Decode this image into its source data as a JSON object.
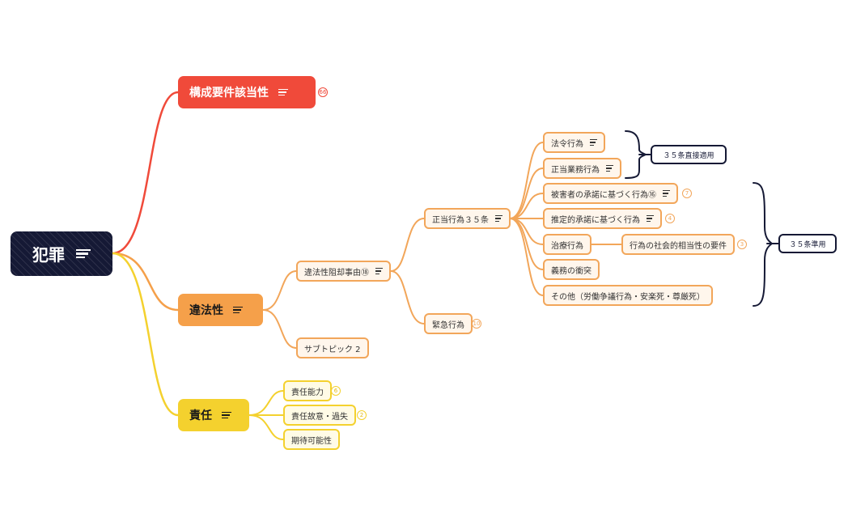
{
  "root": {
    "label": "犯罪"
  },
  "branches": {
    "koseiyoken": {
      "label": "構成要件該当性",
      "badge": "66"
    },
    "ihosei": {
      "label": "違法性"
    },
    "sekinin": {
      "label": "責任"
    }
  },
  "topics": {
    "iho_sokyaku": {
      "label": "違法性阻却事由⑱"
    },
    "subtopic2": {
      "label": "サブトピック 2"
    },
    "seito_koi": {
      "label": "正当行為３５条"
    },
    "kinkyu_koi": {
      "label": "緊急行為",
      "badge": "10"
    },
    "horei_koi": {
      "label": "法令行為"
    },
    "seito_gyomu": {
      "label": "正当業務行為"
    },
    "higaisha_shodaku": {
      "label": "被害者の承諾に基づく行為⑯",
      "badge": "7"
    },
    "suitei_shodaku": {
      "label": "推定的承諾に基づく行為",
      "badge": "4"
    },
    "chiryo_koi": {
      "label": "治療行為"
    },
    "shakai_soto": {
      "label": "行為の社会的相当性の要件",
      "badge": "3"
    },
    "gimu_shototsu": {
      "label": "義務の衝突"
    },
    "sonota": {
      "label": "その他（労働争議行為・安楽死・尊厳死）"
    },
    "sekinin_noryoku": {
      "label": "責任能力",
      "badge": "6"
    },
    "sekinin_koi": {
      "label": "責任故意・過失",
      "badge": "2"
    },
    "kitai_kanosei": {
      "label": "期待可能性"
    }
  },
  "summaries": {
    "direct": {
      "label": "３５条直接適用"
    },
    "junyo": {
      "label": "３５条準用"
    }
  },
  "colors": {
    "root": "#151935",
    "red": "#f04a3a",
    "orange": "#f2a65a",
    "yellow": "#f4d12e"
  }
}
